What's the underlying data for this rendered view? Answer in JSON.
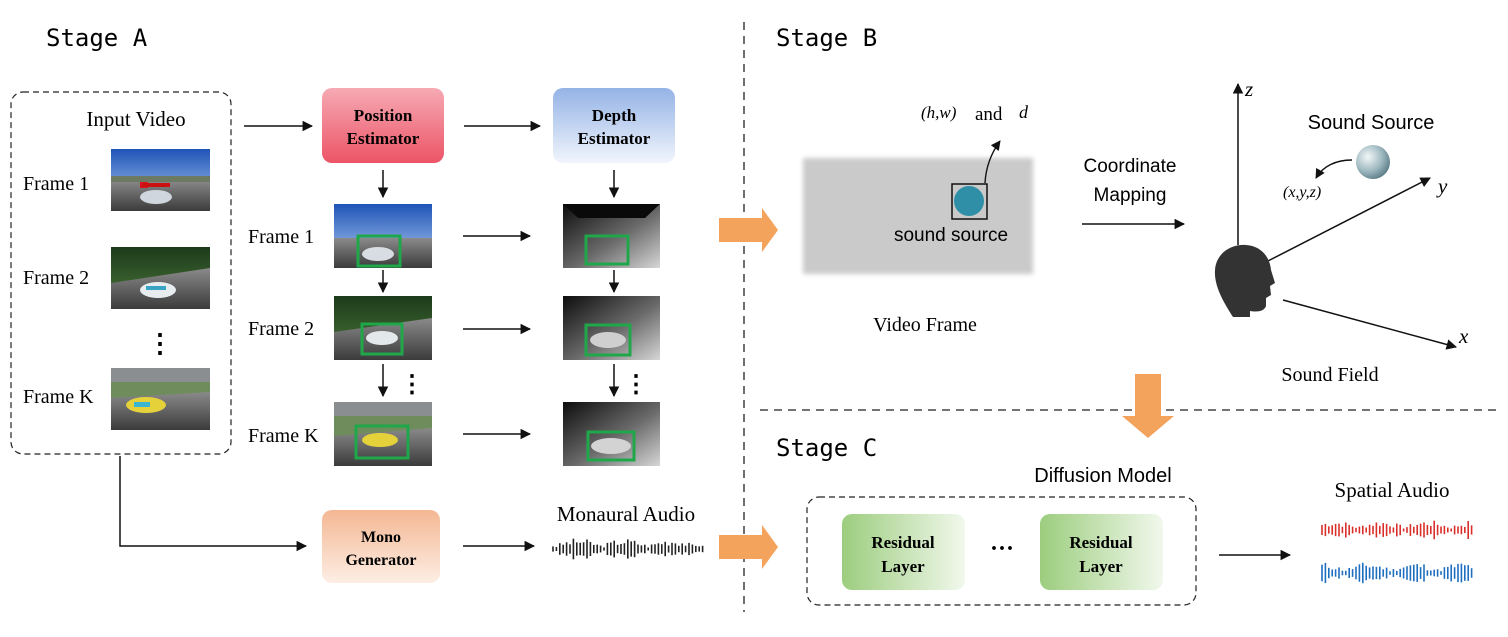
{
  "stages": {
    "a": "Stage A",
    "b": "Stage B",
    "c": "Stage C"
  },
  "input_video": {
    "title": "Input Video",
    "frames": [
      "Frame 1",
      "Frame 2",
      "Frame K"
    ],
    "ellipsis": "⋮"
  },
  "tracked_frames": [
    "Frame 1",
    "Frame 2",
    "Frame K"
  ],
  "modules": {
    "position_estimator": [
      "Position",
      "Estimator"
    ],
    "depth_estimator": [
      "Depth",
      "Estimator"
    ],
    "mono_generator": [
      "Mono",
      "Generator"
    ],
    "residual_layer": [
      "Residual",
      "Layer"
    ]
  },
  "monaural_audio": "Monaural Audio",
  "stage_b": {
    "coords": [
      "(h,w)",
      "and",
      "d"
    ],
    "sound_source_label": "sound source",
    "video_frame": "Video Frame",
    "mapping": [
      "Coordinate",
      "Mapping"
    ],
    "sound_source_title": "Sound Source",
    "xyz": "(x,y,z)",
    "axes": {
      "x": "x",
      "y": "y",
      "z": "z"
    },
    "sound_field": "Sound Field"
  },
  "stage_c": {
    "diffusion_model": "Diffusion Model",
    "dots": "···",
    "spatial_audio": "Spatial Audio"
  },
  "colors": {
    "position_estimator": "#ef5d6e",
    "depth_estimator": "#a9c2ea",
    "mono_generator": "#f6c6a9",
    "residual_layer": "#a8d38e",
    "orange_arrow": "#f4a35c",
    "audio_red": "#d9302b",
    "audio_blue": "#1f6fc0",
    "sound_source": "#2e8fa6"
  }
}
